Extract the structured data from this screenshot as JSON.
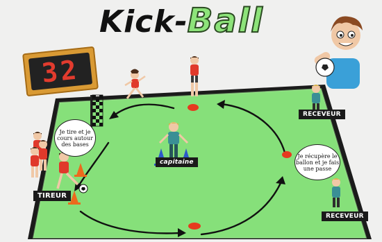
{
  "title": {
    "part1": "Kick",
    "dash": "-",
    "part2": "Ball"
  },
  "scoreboard": {
    "digits": "32"
  },
  "labels": {
    "capitaine": "capitaine",
    "tireur": "TIREUR",
    "receveur_top": "RECEVEUR",
    "receveur_bottom": "RECEVEUR"
  },
  "bubbles": {
    "tireur": "Je tire et je cours autour des bases",
    "receveur": "Je récupère le ballon et je fais une passe"
  },
  "colors": {
    "field": "#86e07a",
    "field_border": "#1a1a1a",
    "title_ball": "#8de37a",
    "base": "#e63a1f",
    "jersey_red": "#e0392b",
    "jersey_teal": "#3a8f95"
  },
  "icons": [
    "scoreboard-icon",
    "checkered-flag-icon",
    "cone-icon",
    "soccer-ball-icon",
    "boy-mascot-icon"
  ]
}
